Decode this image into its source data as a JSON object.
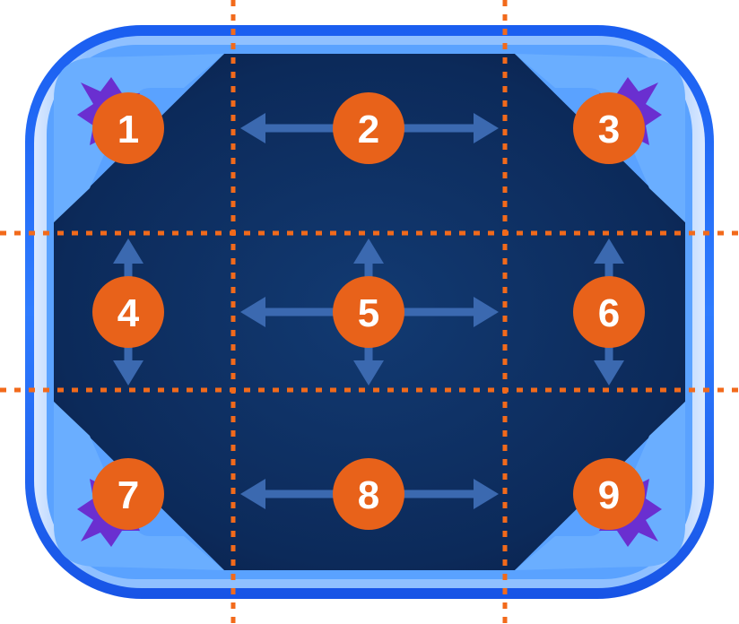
{
  "colors": {
    "panel_dark": "#0a2350",
    "panel_mid": "#103468",
    "frame_blue": "#1f6ff0",
    "frame_light": "#7fb8ff",
    "corner_light": "#6aaeff",
    "gem_purple": "#6a2fd0",
    "guide_orange": "#f26a1b",
    "badge_orange": "#e8621a",
    "badge_text": "#ffffff",
    "arrow_blue": "#3b69b0"
  },
  "zones": [
    {
      "label": "1",
      "stretch": "none"
    },
    {
      "label": "2",
      "stretch": "horizontal"
    },
    {
      "label": "3",
      "stretch": "none"
    },
    {
      "label": "4",
      "stretch": "vertical"
    },
    {
      "label": "5",
      "stretch": "both"
    },
    {
      "label": "6",
      "stretch": "vertical"
    },
    {
      "label": "7",
      "stretch": "none"
    },
    {
      "label": "8",
      "stretch": "horizontal"
    },
    {
      "label": "9",
      "stretch": "none"
    }
  ]
}
